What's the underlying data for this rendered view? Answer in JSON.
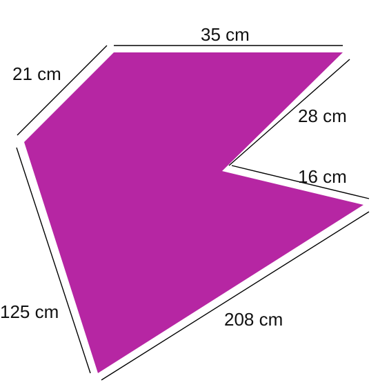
{
  "figure": {
    "shape": "concave-pentagon",
    "fill_color": "#B626A3",
    "dimension_line_color": "#000000",
    "label_color": "#111111",
    "edges": [
      {
        "id": "top-left-edge",
        "label": "21 cm"
      },
      {
        "id": "top-edge",
        "label": "35 cm"
      },
      {
        "id": "upper-right-edge",
        "label": "28 cm"
      },
      {
        "id": "notch-edge",
        "label": "16 cm"
      },
      {
        "id": "bottom-right-edge",
        "label": "208 cm"
      },
      {
        "id": "left-edge",
        "label": "125 cm"
      }
    ]
  }
}
